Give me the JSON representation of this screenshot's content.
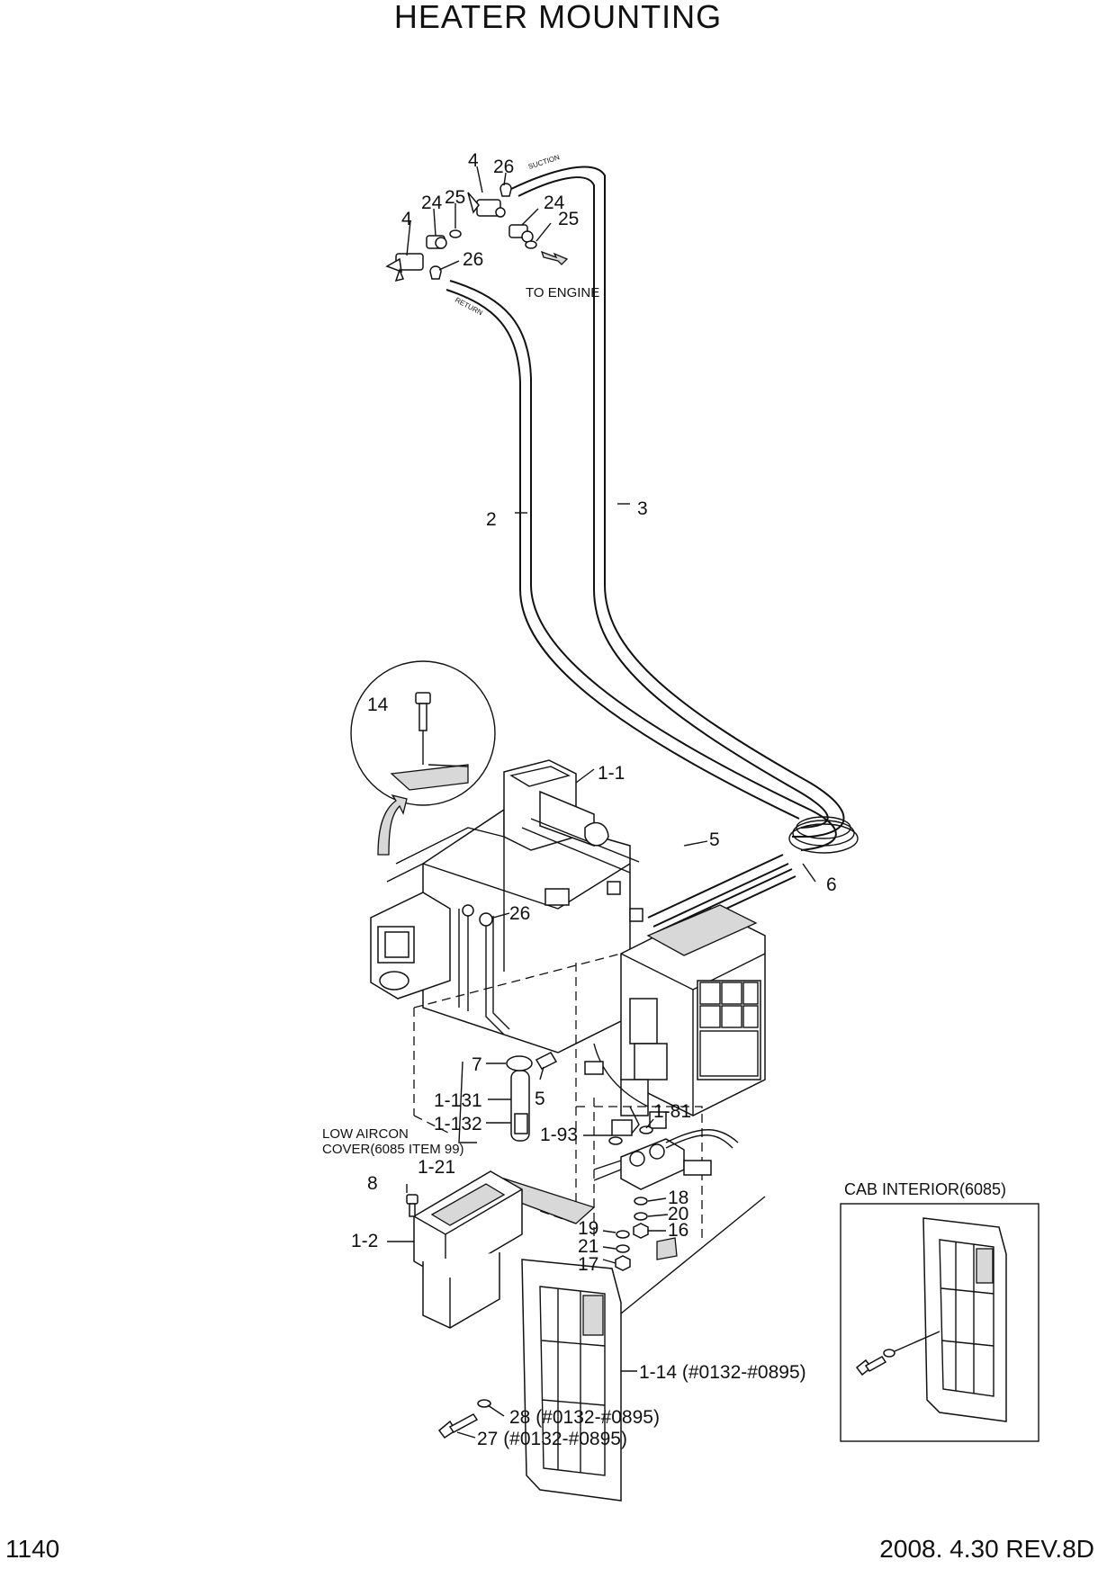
{
  "title": "HEATER MOUNTING",
  "footer": {
    "page": "1140",
    "revision": "2008. 4.30  REV.8D"
  },
  "hose_labels": {
    "suction": "SUCTION",
    "return": "RETURN",
    "to_engine": "TO ENGINE"
  },
  "notes": {
    "low_aircon_1": "LOW AIRCON",
    "low_aircon_2": "COVER(6085 ITEM 99)",
    "cab_interior": "CAB INTERIOR(6085)"
  },
  "callouts": {
    "p4a": "4",
    "p26a": "26",
    "p24a": "24",
    "p25a": "25",
    "p4b": "4",
    "p24b": "24",
    "p25b": "25",
    "p26b": "26",
    "p2": "2",
    "p3": "3",
    "p14": "14",
    "p1_1": "1-1",
    "p5a": "5",
    "p6": "6",
    "p26c": "26",
    "p7": "7",
    "p5b": "5",
    "p1_131": "1-131",
    "p1_132": "1-132",
    "p1_81": "1-81",
    "p1_93": "1-93",
    "p8": "8",
    "p1_21": "1-21",
    "p1_2": "1-2",
    "p18": "18",
    "p20": "20",
    "p19": "19",
    "p16": "16",
    "p21": "21",
    "p17": "17",
    "p1_14": "1-14 (#0132-#0895)",
    "p28": "28 (#0132-#0895)",
    "p27": "27 (#0132-#0895)"
  }
}
